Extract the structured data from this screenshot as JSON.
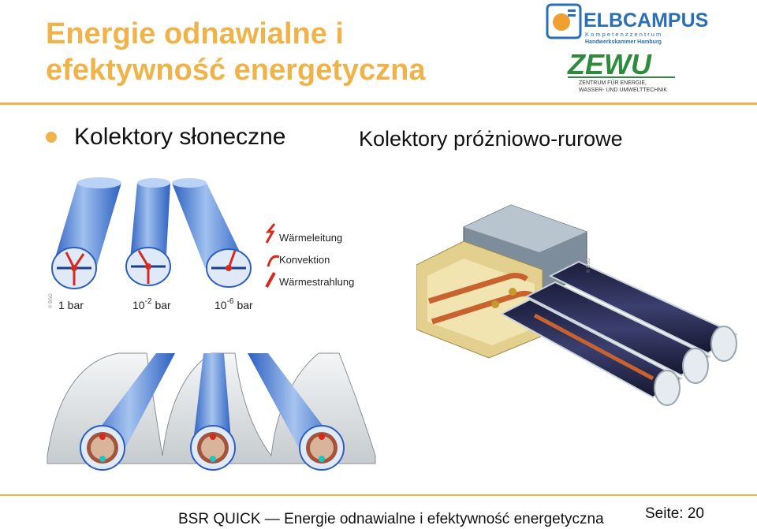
{
  "title": {
    "line1": "Energie odnawialne i",
    "line2": "efektywność energetyczna"
  },
  "logos": {
    "elbcampus_name": "ELBCAMPUS",
    "elbcampus_sub1": "K o m p e t e n z z e n t r u m",
    "elbcampus_sub2": "Handwerkskammer Hamburg",
    "zewu_name": "ZEWU",
    "zewu_sub1": "ZENTRUM FÜR ENERGIE,",
    "zewu_sub2": "WASSER- UND UMWELTTECHNIK"
  },
  "bullet": {
    "text": "Kolektory słoneczne"
  },
  "subheading": "Kolektory próżniowo-rurowe",
  "tubes_diagram": {
    "legend": [
      "Wärmeleitung",
      "Konvektion",
      "Wärmestrahlung"
    ],
    "pressure_labels": [
      {
        "base": "1 bar",
        "exp": ""
      },
      {
        "base": "10",
        "exp": "-2",
        "unit": "bar"
      },
      {
        "base": "10",
        "exp": "-6",
        "unit": "bar"
      }
    ],
    "copyright": "© BSG"
  },
  "collector_diagram": {
    "copyright": "© BSG"
  },
  "footer": {
    "text": "BSR QUICK — Energie odnawialne i efektywność energetyczna",
    "page": "Seite: 20"
  },
  "colors": {
    "accent": "#f0b349",
    "brand_blue": "#2a6fb5",
    "tube_blue": "#4a7fd6",
    "red": "#d62a1f"
  }
}
